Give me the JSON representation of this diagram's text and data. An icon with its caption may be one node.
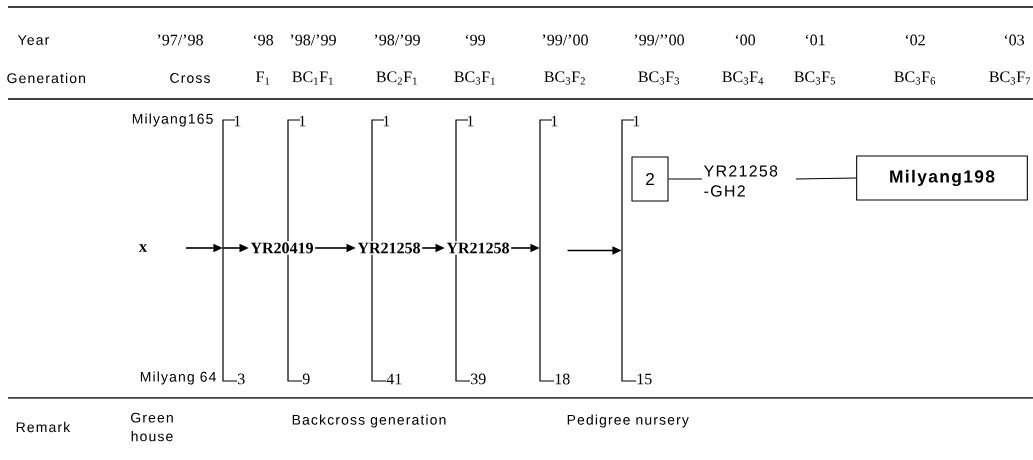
{
  "diagram": {
    "nodes": [
      {
        "text": [
          "x"
        ]
      },
      {
        "text": [
          "1",
          "3"
        ]
      },
      {
        "text": [
          "1",
          "9"
        ]
      },
      {
        "text": [
          "1",
          "41"
        ]
      },
      {
        "text": [
          "1",
          "39"
        ]
      },
      {
        "text": [
          "1",
          "18"
        ]
      },
      {
        "text": [
          "1",
          "15"
        ]
      },
      {
        "text": [
          "YR20419"
        ]
      },
      {
        "text": [
          "YR21258"
        ]
      },
      {
        "text": [
          "YR21258"
        ]
      },
      {
        "text": [
          "2"
        ]
      },
      {
        "text": [
          "YR21258 -GH2"
        ]
      },
      {
        "text": [
          "Milyang198"
        ]
      }
    ],
    "edges": [
      {
        "from": 0,
        "to": 1,
        "arrow": "to"
      },
      {
        "from": 1,
        "to": 7,
        "arrow": "to"
      },
      {
        "from": 7,
        "to": 8,
        "arrow": "to"
      },
      {
        "from": 8,
        "to": 9,
        "arrow": "to"
      },
      {
        "from": 9,
        "to": 5,
        "arrow": "to"
      },
      {
        "from": 5,
        "to": 6,
        "arrow": "to"
      },
      {
        "from": 10,
        "to": 11,
        "arrow": "none"
      },
      {
        "from": 11,
        "to": 12,
        "arrow": "none"
      }
    ],
    "labels": [
      "Year",
      "’97/’98",
      "‘98",
      "’98/’99",
      "’98/’99",
      "‘99",
      "’99/’00",
      "’99/’’00",
      "‘00",
      "‘01",
      "‘02",
      "‘03",
      "Generation",
      "Cross",
      "F$_{1}$",
      "BC$_{1}$F$_{1}$",
      "BC$_{2}$F$_{1}$",
      "BC$_{3}$F$_{1}$",
      "BC$_{3}$F$_{2}$",
      "BC$_{3}$F$_{3}$",
      "BC$_{3}$F$_{4}$",
      "BC$_{3}$F$_{5}$",
      "BC$_{3}$F$_{6}$",
      "BC$_{3}$F$_{7}$",
      "Milyang165",
      "Milyang 64",
      "Remark",
      "Green house",
      "Backcross generation",
      "Pedigree nursery"
    ]
  }
}
